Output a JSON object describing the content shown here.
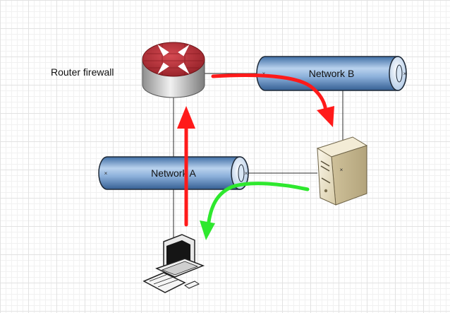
{
  "labels": {
    "router": "Router firewall",
    "network_a": "Network A",
    "network_b": "Network B"
  },
  "icons": {
    "router": "router-firewall-icon",
    "server": "server-icon",
    "workstation": "workstation-icon"
  },
  "colors": {
    "pipe_fill": "#8aaed8",
    "pipe_outline": "#1f2a38",
    "connector": "#2b2b2b",
    "red_flow": "#ff1a1a",
    "green_flow": "#2ee82e",
    "router_top": "#b62c33",
    "server_body": "#ece3c8"
  }
}
